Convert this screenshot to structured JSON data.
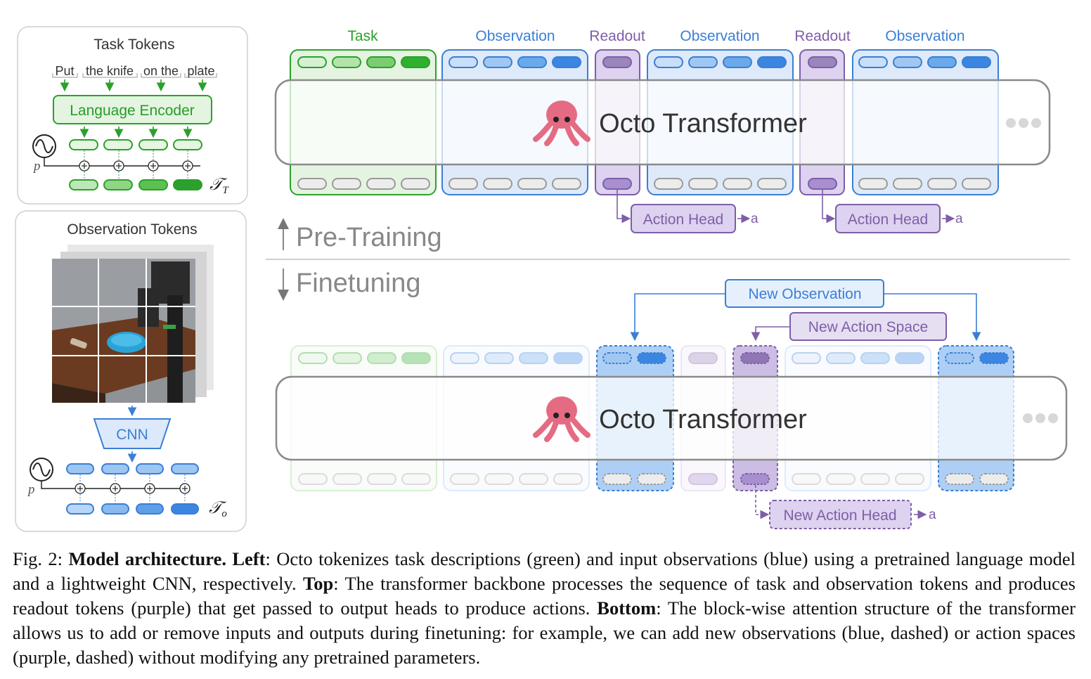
{
  "left_panel": {
    "task_tokens_title": "Task Tokens",
    "words": [
      "Put",
      "the knife",
      "on the",
      "plate"
    ],
    "language_encoder_label": "Language Encoder",
    "pos_label": "p",
    "task_symbol_main": "𝒯",
    "task_symbol_sub": "T",
    "observation_tokens_title": "Observation Tokens",
    "cnn_label": "CNN",
    "obs_symbol_main": "𝒯",
    "obs_symbol_sub": "o"
  },
  "top_section": {
    "group_labels": [
      "Task",
      "Observation",
      "Readout",
      "Observation",
      "Readout",
      "Observation"
    ],
    "transformer_label": "Octo Transformer",
    "action_head_label": "Action Head",
    "action_output": "a",
    "pretraining_label": "Pre-Training",
    "finetuning_label": "Finetuning"
  },
  "bottom_section": {
    "new_observation_label": "New Observation",
    "new_action_space_label": "New Action Space",
    "transformer_label": "Octo Transformer",
    "new_action_head_label": "New Action Head",
    "action_output": "a"
  },
  "caption": {
    "fig_label": "Fig. 2: ",
    "bold1": "Model architecture. Left",
    "text1": ": Octo tokenizes task descriptions (green) and input observations (blue) using a pretrained language model and a lightweight CNN, respectively. ",
    "bold2": "Top",
    "text2": ": The transformer backbone processes the sequence of task and observation tokens and produces readout tokens (purple) that get passed to output heads to produce actions. ",
    "bold3": "Bottom",
    "text3": ": The block-wise attention structure of the transformer allows us to add or remove inputs and outputs during finetuning: for example, we can add new observations (blue, dashed) or action spaces (purple, dashed) without modifying any pretrained parameters."
  },
  "colors": {
    "green": "#2ca02c",
    "blue": "#3a7fd5",
    "purple": "#7e5ea8",
    "gray": "#888888"
  }
}
